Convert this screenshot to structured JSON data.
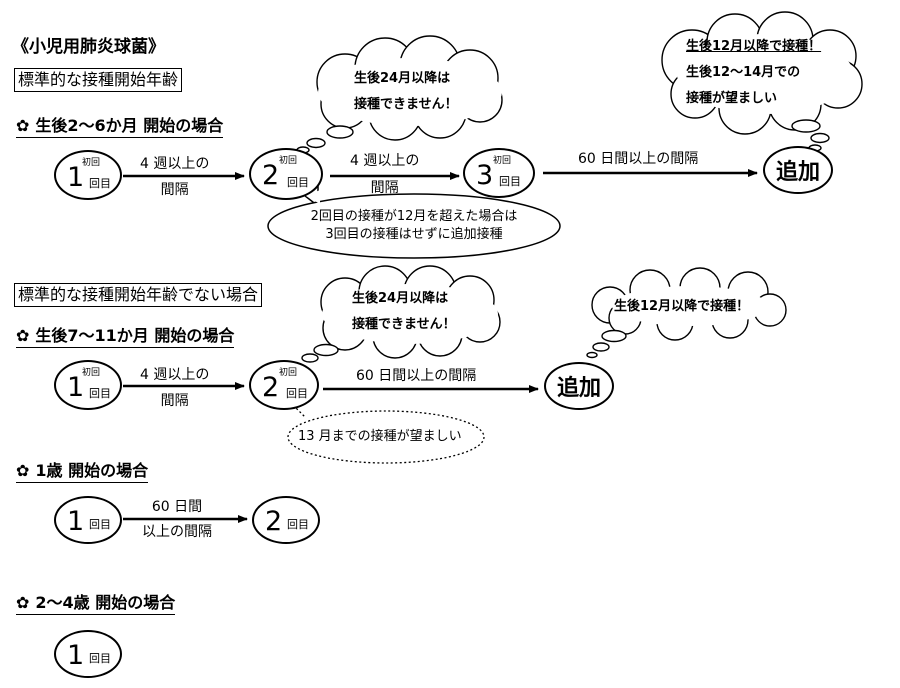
{
  "title": "《小児用肺炎球菌》",
  "standard_box": "標準的な接種開始年齢",
  "nonstandard_box": "標準的な接種開始年齢でない場合",
  "sections": {
    "s1": "生後2～6か月 開始の場合",
    "s2": "生後7～11か月 開始の場合",
    "s3": "1歳 開始の場合",
    "s4": "2～4歳 開始の場合"
  },
  "dose": {
    "first": "初回",
    "unit": "回目",
    "extra": "追加"
  },
  "numbers": {
    "one": "1",
    "two": "2",
    "three": "3"
  },
  "intervals": {
    "four_weeks_l1": "4 週以上の",
    "four_weeks_l2": "間隔",
    "sixty_days": "60 日間以上の間隔",
    "sixty_l1": "60 日間",
    "sixty_l2": "以上の間隔"
  },
  "clouds": {
    "not_after_24_l1": "生後24月以降は",
    "not_after_24_l2": "接種できません！",
    "after12_l1": "生後12月以降で接種！",
    "after12_l2": "生後12～14月での",
    "after12_l3": "接種が望ましい",
    "after12_short": "生後12月以降で接種！"
  },
  "notes": {
    "dec_l1": "2回目の接種が12月を超えた場合は",
    "dec_l2": "3回目の接種はせずに追加接種",
    "m13": "13 月までの接種が望ましい"
  },
  "icons": {
    "flower": "flower-icon"
  }
}
